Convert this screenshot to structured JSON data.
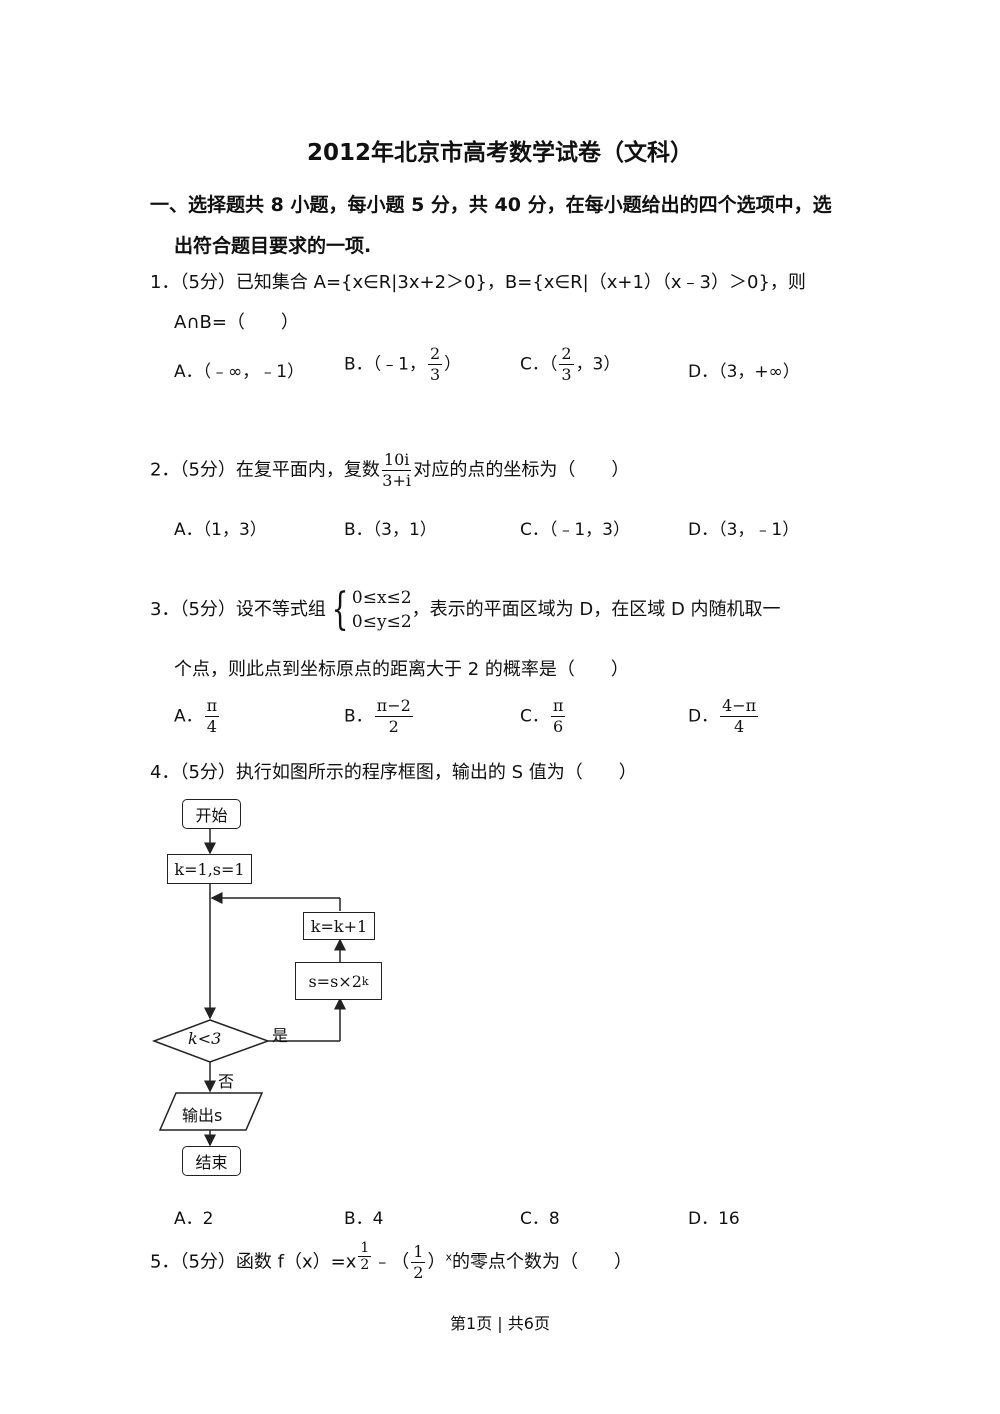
{
  "title": "2012年北京市高考数学试卷（文科）",
  "section": {
    "line1": "一、选择题共 8 小题，每小题 5 分，共 40 分，在每小题给出的四个选项中，选",
    "line2": "出符合题目要求的一项."
  },
  "q1": {
    "line1": "1．（5分）已知集合 A={x∈R|3x+2＞0}，B={x∈R|（x+1）（x﹣3）＞0}，则",
    "line2": "A∩B=（　　）",
    "optA": "A．（﹣∞，﹣1）",
    "optB_pre": "B．（﹣1，",
    "optB_frac_num": "2",
    "optB_frac_den": "3",
    "optB_post": "）",
    "optC_pre": "C．（",
    "optC_frac_num": "2",
    "optC_frac_den": "3",
    "optC_post": "，3）",
    "optD": "D．（3，+∞）"
  },
  "q2": {
    "pre": "2．（5分）在复平面内，复数",
    "frac_num": "10i",
    "frac_den": "3+i",
    "post": "对应的点的坐标为（　　）",
    "optA": "A．（1，3）",
    "optB": "B．（3，1）",
    "optC": "C．（﹣1，3）",
    "optD": "D．（3，﹣1）"
  },
  "q3": {
    "pre": "3．（5分）设不等式组",
    "ineq1": "0≤x≤2",
    "ineq2": "0≤y≤2",
    "post": "，表示的平面区域为 D，在区域 D 内随机取一",
    "line2": "个点，则此点到坐标原点的距离大于 2 的概率是（　　）",
    "optA_label": "A．",
    "optA_num": "π",
    "optA_den": "4",
    "optB_label": "B．",
    "optB_num": "π−2",
    "optB_den": "2",
    "optC_label": "C．",
    "optC_num": "π",
    "optC_den": "6",
    "optD_label": "D．",
    "optD_num": "4−π",
    "optD_den": "4"
  },
  "q4": {
    "line1": "4．（5分）执行如图所示的程序框图，输出的 S 值为（　　）",
    "flow": {
      "start": "开始",
      "init": "k=1,s=1",
      "cond": "k<3",
      "calc": "s=s×2",
      "calc_exp": "k",
      "incr": "k=k+1",
      "yes": "是",
      "no": "否",
      "output": "输出s",
      "end": "结束"
    },
    "optA": "A．2",
    "optB": "B．4",
    "optC": "C．8",
    "optD": "D．16"
  },
  "q5": {
    "pre": "5．（5分）函数 f（x）=x",
    "exp_num": "1",
    "exp_den": "2",
    "mid": "﹣（",
    "frac_num": "1",
    "frac_den": "2",
    "post": "）",
    "post_exp": "x",
    "tail": "的零点个数为（　　）"
  },
  "footer": "第1页 | 共6页"
}
